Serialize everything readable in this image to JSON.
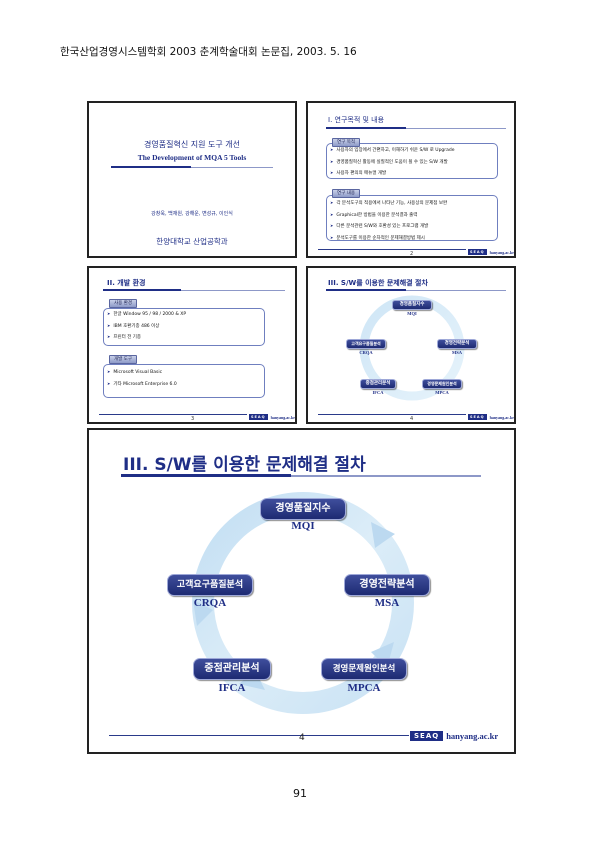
{
  "header": {
    "text": "한국산업경영시스템학회 2003 춘계학술대회 논문집, 2003. 5. 16"
  },
  "page_number": "91",
  "brand": {
    "logo": "SEAQ",
    "url": "hanyang.ac.kr"
  },
  "slide1": {
    "title_kr": "경영품질혁신 지원 도구 개선",
    "title_en": "The Development of MQA 5 Tools",
    "authors": "강창욱, 백재원, 강해운, 변성규, 이인식",
    "affiliation": "한양대학교 산업공학과"
  },
  "slide2": {
    "title": "I. 연구목적 및 내용",
    "section1_label": "연구 목적",
    "section1_items": [
      "사용자의 입장에서 간편하고, 이해하기 쉬운 S/W 로 Upgrade",
      "경영품질혁신 활동에 실질적인 도움이 될 수 있는 S/W 개발",
      "사용자 편의의 매뉴얼 개발"
    ],
    "section2_label": "연구 내용",
    "section2_items": [
      "각 분석도구의 적용에서 나타난 기능, 사용상의 문제점 보완",
      "Graphical한 방법을 이용한 분석결과 출력",
      "다른 분석관련 S/W와 호환성 있는 프로그램 개발",
      "분석도구를 이용한 순차적인 문제해결방법 제시"
    ],
    "slide_num": "2"
  },
  "slide3": {
    "title": "II. 개발 환경",
    "section1_label": "사용 환경",
    "section1_items": [
      "한글 Window 95 / 98 / 2000 & XP",
      "IBM 호환기종 486 이상",
      "프린터 전 기종"
    ],
    "section2_label": "개발 도구",
    "section2_items": [
      "Microsoft Visual Basic",
      "기타 Microsoft Enterprise 6.0"
    ],
    "slide_num": "3"
  },
  "cycle": {
    "title": "III. S/W를 이용한 문제해결 절차",
    "nodes": [
      {
        "kr": "경영품질지수",
        "en": "MQI"
      },
      {
        "kr": "경영전략분석",
        "en": "MSA"
      },
      {
        "kr": "경영문제원인분석",
        "en": "MPCA"
      },
      {
        "kr": "중점관리분석",
        "en": "IFCA"
      },
      {
        "kr": "고객요구품질분석",
        "en": "CRQA"
      }
    ],
    "slide_num": "4"
  }
}
